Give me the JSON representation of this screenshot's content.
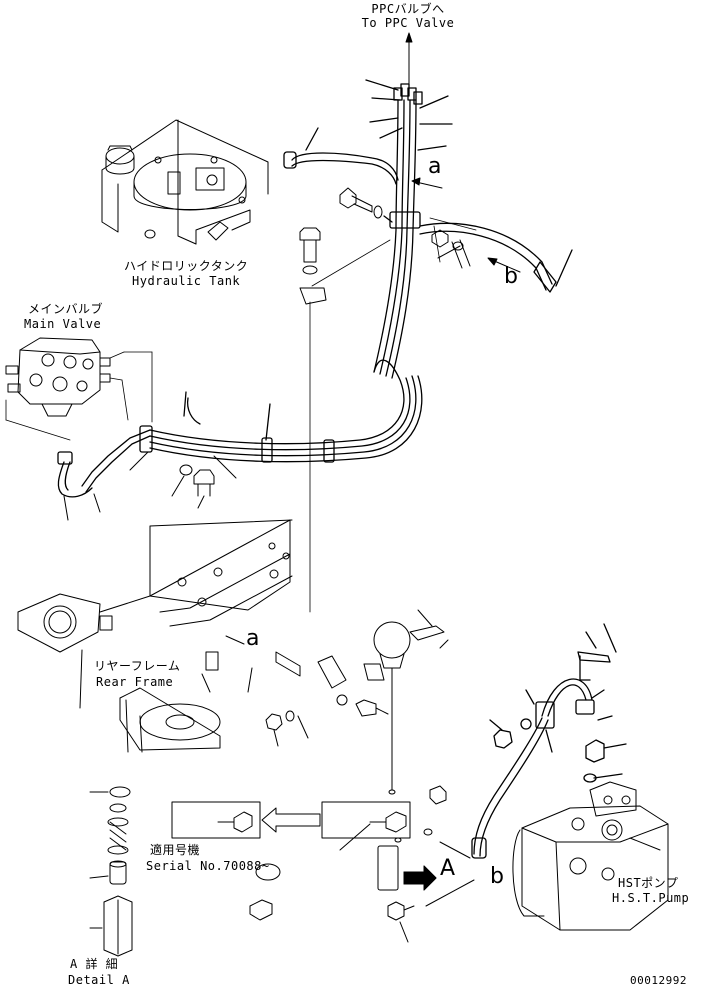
{
  "labels": {
    "ppc_ja": "PPCバルブへ",
    "ppc_en": "To PPC Valve",
    "tank_ja": "ハイドロリックタンク",
    "tank_en": "Hydraulic Tank",
    "main_ja": "メインバルブ",
    "main_en": "Main Valve",
    "rear_ja": "リヤーフレーム",
    "rear_en": "Rear Frame",
    "serial_ja": "適用号機",
    "serial_en": "Serial No.70088~",
    "hst_ja": "HSTポンプ",
    "hst_en": "H.S.T.Pump",
    "detail_ja": "A 詳 細",
    "detail_en": "Detail A",
    "drawing_no": "00012992"
  },
  "callouts": {
    "a_upper": "a",
    "b_upper": "b",
    "a_lower": "a",
    "A": "A",
    "b_lower": "b"
  },
  "colors": {
    "line": "#000000",
    "background": "#ffffff"
  }
}
